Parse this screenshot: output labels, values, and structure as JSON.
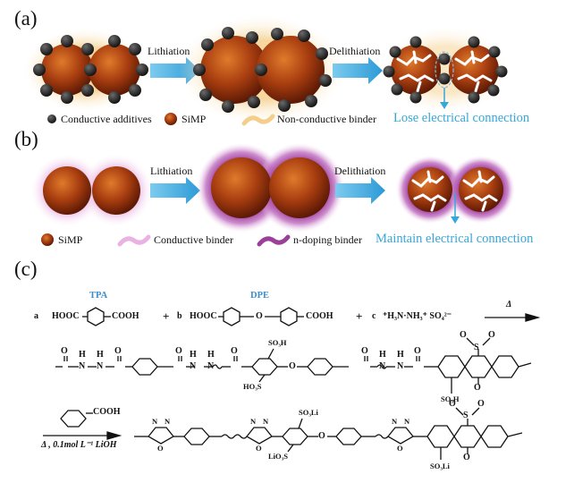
{
  "panels": {
    "a": {
      "label": "(a)",
      "step1": "Lithiation",
      "step2": "Delithiation",
      "legend": [
        "Conductive additives",
        "SiMP",
        "Non-conductive binder"
      ],
      "outcome": "Lose electrical connection"
    },
    "b": {
      "label": "(b)",
      "step1": "Lithiation",
      "step2": "Delithiation",
      "legend": [
        "SiMP",
        "Conductive binder",
        "n-doping binder"
      ],
      "outcome": "Maintain electrical connection"
    },
    "c": {
      "label": "(c)",
      "reactant_a": "a",
      "reactant_b": "b",
      "reactant_c": "c",
      "tpa": "TPA",
      "dpe": "DPE",
      "hooc1": "HOOC",
      "cooh1": "COOH",
      "hooc2": "HOOC",
      "cooh2": "COOH",
      "plus1": "+",
      "plus2": "+",
      "hydrazine": "⁺H₃N·NH₃⁺ SO₄²⁻",
      "delta": "Δ",
      "so3h_top": "SO₃H",
      "so3h_left": "HO₃S",
      "so3h_bottom": "SO₃H",
      "benzoic": "COOH",
      "cond": "Δ , 0.1mol L⁻¹ LiOH",
      "so3li_top": "SO₃Li",
      "so3li_left": "LiO₃S",
      "so3li_bottom": "SO₃Li",
      "N": "N",
      "H": "H",
      "O": "O",
      "S": "S"
    }
  },
  "colors": {
    "accent_blue": "#35a7d9",
    "particle": "#a3400f",
    "additive": "#2a2a2a",
    "binder_yellow": "#f4cf8c",
    "binder_pink": "#e5a8de",
    "binder_purple": "#9b3f99"
  }
}
